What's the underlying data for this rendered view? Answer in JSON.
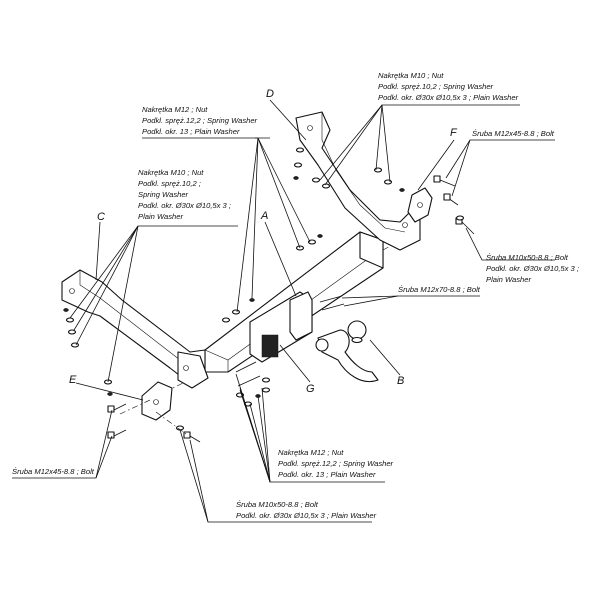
{
  "parts": {
    "A": "A",
    "B": "B",
    "C": "C",
    "D": "D",
    "E": "E",
    "F": "F",
    "G": "G"
  },
  "labels": {
    "top_right": [
      "Nakrętka  M10 ; Nut",
      "Podkl. spręż.10,2 ; Spring Washer",
      "Podkl. okr.  Ø30x Ø10,5x 3 ; Plain Washer"
    ],
    "top_center": [
      "Nakrętka  M12 ; Nut",
      "Podkl. spręż.12,2 ; Spring Washer",
      "Podkl. okr. 13 ; Plain Washer"
    ],
    "left": [
      "Nakrętka  M10 ; Nut",
      "Podkl. spręż.10,2 ;",
      "Spring Washer",
      "Podkl. okr.  Ø30x Ø10,5x 3 ;",
      "Plain Washer"
    ],
    "bolt_f": "Śruba M12x45-8.8 ;  Bolt",
    "bolt_right": [
      "Śruba M10x50-8.8 ;  Bolt",
      "Podkl. okr.  Ø30x Ø10,5x 3 ;",
      "Plain Washer"
    ],
    "bolt_center": "Śruba M12x70-8.8 ;  Bolt",
    "bolt_bottom_left": "Śruba M12x45-8.8 ;  Bolt",
    "bottom_center": [
      "Nakrętka  M12 ; Nut",
      "Podkl. spręż.12,2 ; Spring Washer",
      "Podkl. okr. 13 ; Plain Washer"
    ],
    "bottom": [
      "Śruba M10x50-8.8 ;  Bolt",
      "Podkl. okr.  Ø30x Ø10,5x 3 ; Plain Washer"
    ]
  }
}
